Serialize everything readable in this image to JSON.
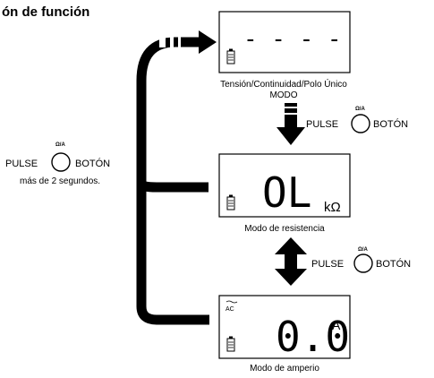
{
  "title": "ón de función",
  "left_instruction": {
    "pulse": "PULSE",
    "button_symbol": "Ω/A",
    "button": "BOTÓN",
    "duration": "más de 2 segundos."
  },
  "middle_instruction": {
    "pulse": "PULSE",
    "button_symbol": "Ω/A",
    "button": "BOTÓN"
  },
  "lower_instruction": {
    "pulse": "PULSE",
    "button_symbol": "Ω/A",
    "button": "BOTÓN"
  },
  "displays": [
    {
      "reading": "- - - -",
      "caption": "Tensión/Continuidad/Polo Único",
      "caption2": "MODO"
    },
    {
      "reading": "OL",
      "unit": "kΩ",
      "caption": "Modo de resistencia"
    },
    {
      "indicator": "AC",
      "reading": "0.0",
      "unit": "A",
      "caption": "Modo de amperio"
    }
  ],
  "colors": {
    "ink": "#000000",
    "background": "#ffffff"
  }
}
